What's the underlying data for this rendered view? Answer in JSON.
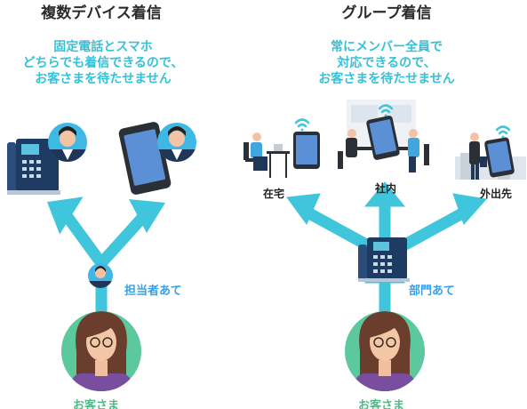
{
  "left": {
    "title": "複数デバイス着信",
    "desc": [
      "固定電話とスマホ",
      "どちらでも着信できるので、",
      "お客さまを待たせません"
    ],
    "via_label": "担当者あて",
    "customer_label": "お客さま"
  },
  "right": {
    "title": "グループ着信",
    "desc": [
      "常にメンバー全員で",
      "対応できるので、",
      "お客さまを待たせません"
    ],
    "locations": [
      "在宅",
      "社内",
      "外出先"
    ],
    "via_label": "部門あて",
    "customer_label": "お客さま"
  },
  "colors": {
    "accent": "#35c1d8",
    "arrow": "#3fc5dc",
    "label_blue": "#3aa0e6",
    "label_green": "#52b886",
    "person_bg": "#5cc89d"
  }
}
